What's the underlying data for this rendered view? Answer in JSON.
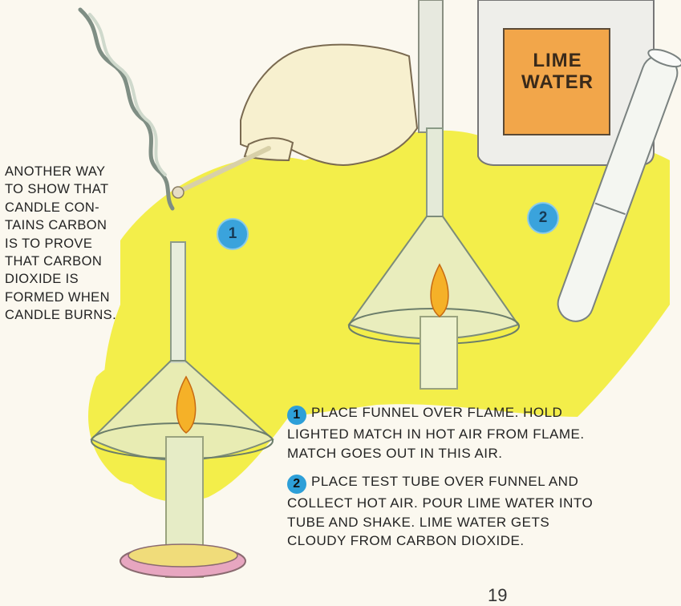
{
  "intro": {
    "lines": [
      "ANOTHER WAY",
      "TO SHOW THAT",
      "CANDLE CON-",
      "TAINS CARBON",
      "IS TO PROVE",
      "THAT CARBON",
      "DIOXIDE IS",
      "FORMED WHEN",
      "CANDLE BURNS."
    ]
  },
  "bottle_label": [
    "LIME",
    "WATER"
  ],
  "badges": [
    "1",
    "2"
  ],
  "steps": [
    {
      "num": "1",
      "lines": [
        "PLACE FUNNEL OVER FLAME. HOLD",
        "LIGHTED MATCH IN HOT AIR FROM FLAME.",
        "MATCH GOES OUT IN THIS AIR."
      ]
    },
    {
      "num": "2",
      "lines": [
        "PLACE TEST TUBE OVER FUNNEL AND",
        "COLLECT HOT AIR. POUR LIME WATER INTO",
        "TUBE AND SHAKE. LIME WATER GETS",
        "CLOUDY FROM CARBON DIOXIDE."
      ]
    }
  ],
  "page_number": "19",
  "colors": {
    "background": "#fbf8ef",
    "yellow": "#f3ee4a",
    "blue_badge": "#3aa3dc",
    "label_orange": "#f2a64a"
  }
}
